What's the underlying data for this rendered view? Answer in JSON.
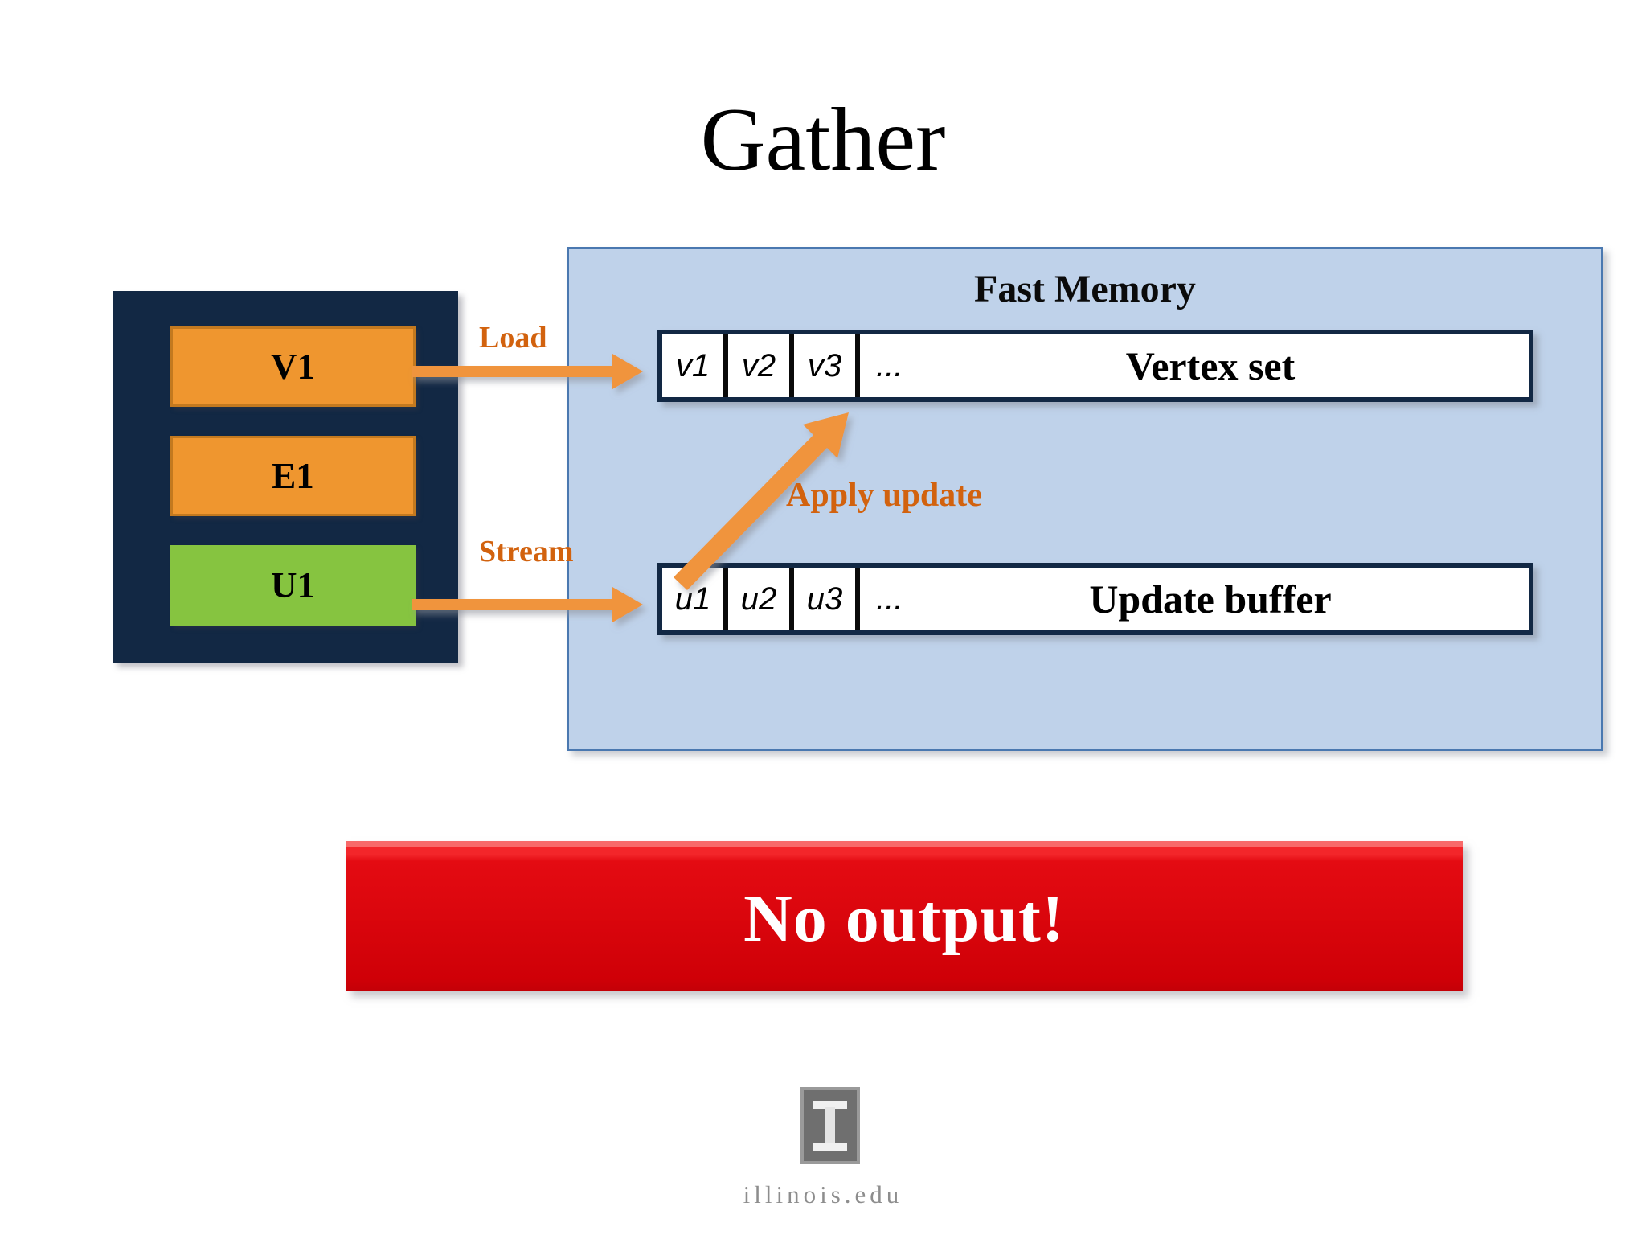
{
  "slide": {
    "title": "Gather",
    "background": "#ffffff"
  },
  "source_box": {
    "name": "slow-memory-blocks",
    "background": "#122844",
    "chips": [
      {
        "label": "V1",
        "color": "#ef962f",
        "kind": "vertex-partition"
      },
      {
        "label": "E1",
        "color": "#ef962f",
        "kind": "edge-partition"
      },
      {
        "label": "U1",
        "color": "#86c440",
        "kind": "update-partition"
      }
    ]
  },
  "fast_memory": {
    "title": "Fast Memory",
    "background": "#bfd2ea",
    "border": "#4a78b0",
    "rows": [
      {
        "name": "vertex-set",
        "cells": [
          "v1",
          "v2",
          "v3"
        ],
        "ellipsis": "...",
        "label": "Vertex set"
      },
      {
        "name": "update-buffer",
        "cells": [
          "u1",
          "u2",
          "u3"
        ],
        "ellipsis": "...",
        "label": "Update buffer"
      }
    ]
  },
  "arrows": {
    "color": "#f0943e",
    "label_color": "#d2620e",
    "items": [
      {
        "name": "load-arrow",
        "label": "Load",
        "from": "V1",
        "to": "vertex-set"
      },
      {
        "name": "stream-arrow",
        "label": "Stream",
        "from": "U1",
        "to": "update-buffer"
      },
      {
        "name": "apply-update-arrow",
        "label": "Apply update",
        "from": "update-buffer",
        "to": "vertex-set"
      }
    ]
  },
  "banner": {
    "text": "No output!",
    "background": "#d60009",
    "text_color": "#ffffff"
  },
  "footer": {
    "logo_name": "illinois-block-i-logo",
    "text": "illinois.edu"
  }
}
